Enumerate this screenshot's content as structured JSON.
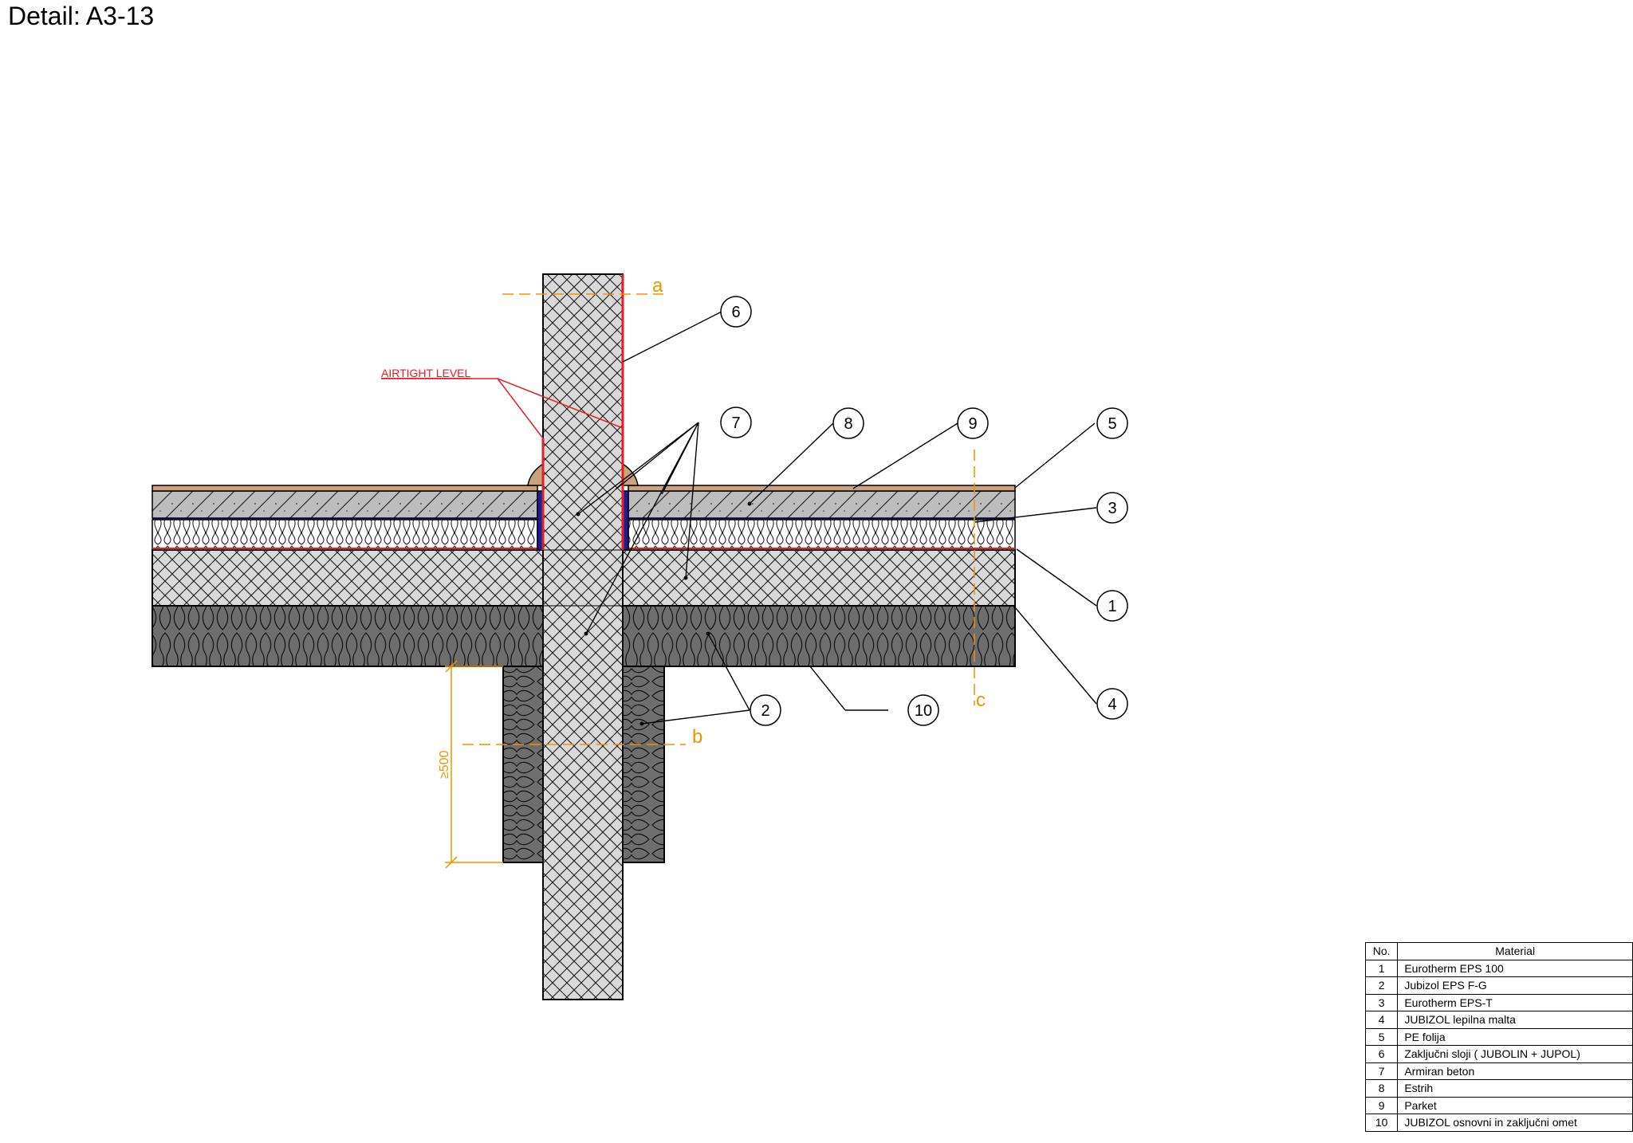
{
  "title": "Detail: A3-13",
  "airtight_label": "AIRTIGHT LEVEL",
  "dimension_label": "≥500",
  "section_marks": {
    "a": "a",
    "b": "b",
    "c": "c"
  },
  "callouts": [
    "1",
    "2",
    "3",
    "4",
    "5",
    "6",
    "7",
    "8",
    "9",
    "10"
  ],
  "colors": {
    "airtight": "#e31e24",
    "section": "#f39200",
    "vapour_layer": "#1d1d9b",
    "concrete_fill": "#d9d9d9",
    "insulation_fill": "#6e6e6e",
    "screed_fill": "#bfbfbf",
    "parquet_fill": "#c9a27e"
  },
  "legend": {
    "header_no": "No.",
    "header_material": "Material",
    "rows": [
      {
        "no": "1",
        "material": "Eurotherm EPS 100"
      },
      {
        "no": "2",
        "material": "Jubizol EPS F-G"
      },
      {
        "no": "3",
        "material": "Eurotherm EPS-T"
      },
      {
        "no": "4",
        "material": "JUBIZOL lepilna malta"
      },
      {
        "no": "5",
        "material": "PE folija"
      },
      {
        "no": "6",
        "material": "Zaključni sloji  ( JUBOLIN + JUPOL)"
      },
      {
        "no": "7",
        "material": "Armiran beton"
      },
      {
        "no": "8",
        "material": "Estrih"
      },
      {
        "no": "9",
        "material": "Parket"
      },
      {
        "no": "10",
        "material": "JUBIZOL osnovni in zaključni omet"
      }
    ]
  }
}
